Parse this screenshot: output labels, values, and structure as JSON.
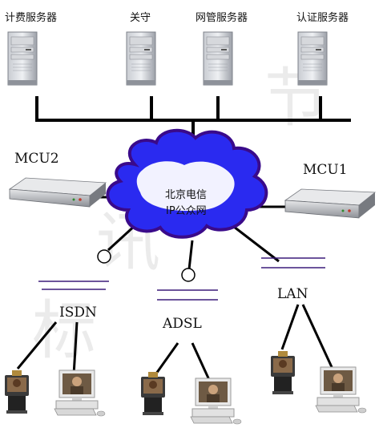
{
  "servers": {
    "billing": "计费服务器",
    "gatekeeper": "关守",
    "network_mgmt": "网管服务器",
    "auth": "认证服务器"
  },
  "mcu": {
    "left": "MCU2",
    "right": "MCU1"
  },
  "cloud": {
    "line1": "北京电信",
    "line2": "IP公众网"
  },
  "networks": {
    "isdn": "ISDN",
    "adsl": "ADSL",
    "lan": "LAN"
  },
  "colors": {
    "cloud_fill": "#2a2af0",
    "cloud_border": "#3a0a8a",
    "link_stroke": "#000000",
    "network_bar": "#3b1c7a"
  }
}
